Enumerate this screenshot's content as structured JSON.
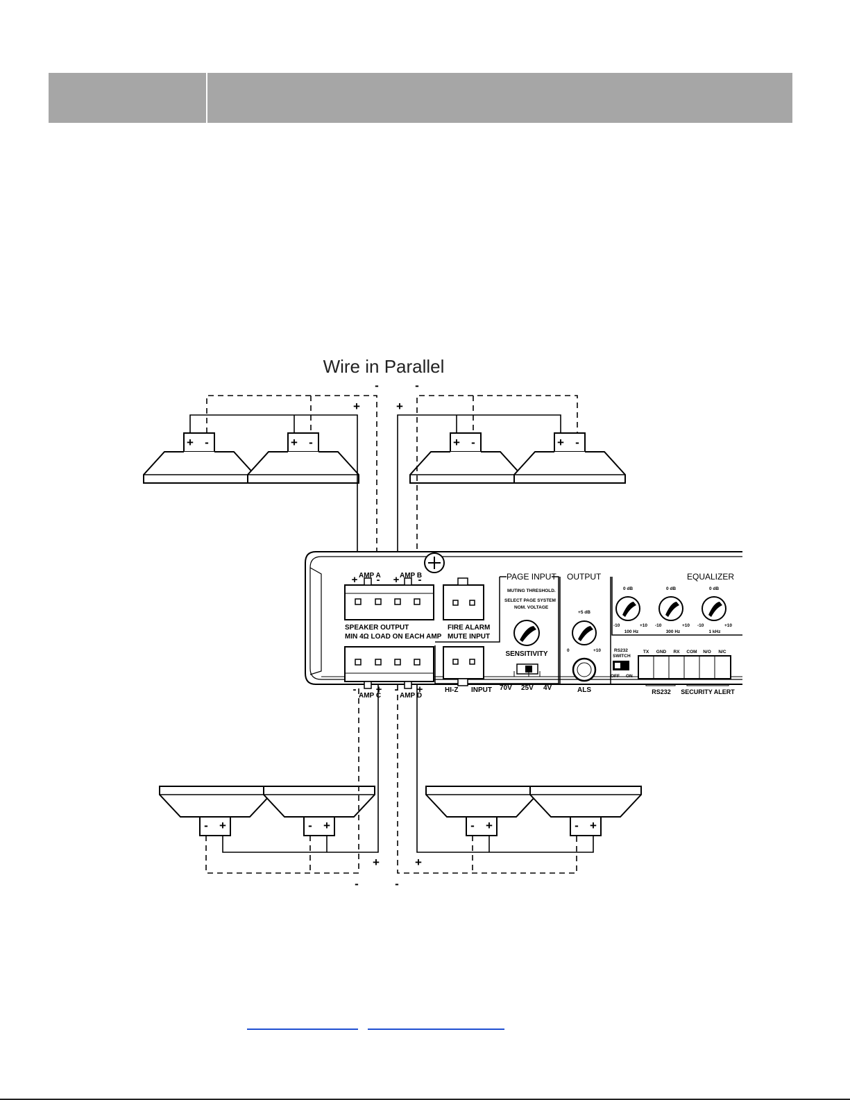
{
  "header": {
    "left_text": "",
    "right_text": ""
  },
  "diagram": {
    "title": "Wire in Parallel",
    "terminal_plus": "+",
    "terminal_minus": "-",
    "speaker_plus": "+",
    "speaker_minus": "-",
    "panel": {
      "amp_a": "AMP A",
      "amp_b": "AMP B",
      "amp_c": "AMP C",
      "amp_d": "AMP D",
      "speaker_output": "SPEAKER OUTPUT",
      "min_load": "MIN 4Ω LOAD ON EACH AMP",
      "fire_alarm": "FIRE ALARM",
      "mute_input": "MUTE INPUT",
      "page_input": "PAGE INPUT",
      "muting_threshold": "MUTING THRESHOLD.",
      "select_page_system": "SELECT PAGE SYSTEM",
      "nom_voltage": "NOM. VOLTAGE",
      "sensitivity": "SENSITIVITY",
      "hi_z": "HI-Z",
      "input": "INPUT",
      "v70": "70V",
      "v25": "25V",
      "v4": "4V",
      "output": "OUTPUT",
      "plus5db": "+5 dB",
      "zero": "0",
      "plus10": "+10",
      "als": "ALS",
      "equalizer": "EQUALIZER",
      "zero_db": "0 dB",
      "minus10": "-10",
      "hz100": "100 Hz",
      "hz300": "300 Hz",
      "khz1": "1 kHz",
      "rs232_switch_1": "RS232",
      "rs232_switch_2": "SWITCH",
      "off": "OFF",
      "on": "ON",
      "tx": "TX",
      "gnd": "GND",
      "rx": "RX",
      "com": "COM",
      "no": "N/O",
      "nc": "N/C",
      "rs232": "RS232",
      "security_alert": "SECURITY ALERT"
    }
  },
  "footer": {
    "link1": "",
    "link2": ""
  }
}
